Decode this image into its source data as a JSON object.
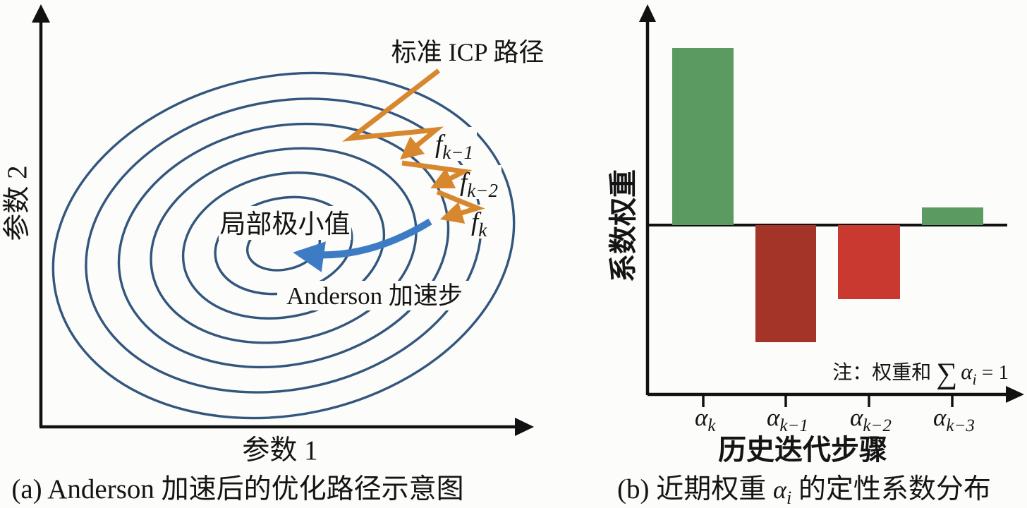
{
  "figure": {
    "panel_a": {
      "caption": "(a) Anderson 加速后的优化路径示意图",
      "xlabel": "参数 1",
      "ylabel": "参数 2",
      "label_icp_path": "标准 ICP 路径",
      "label_local_minimum": "局部极小值",
      "label_anderson_step": "Anderson 加速步",
      "f_labels": [
        {
          "base": "f",
          "sub": "k−1"
        },
        {
          "base": "f",
          "sub": "k−2"
        },
        {
          "base": "f",
          "sub": "k"
        }
      ],
      "colors": {
        "contour": "#33567d",
        "icp_arrow": "#d7882e",
        "anderson_arrow": "#3d7cc4",
        "axis": "#111111"
      }
    },
    "panel_b": {
      "caption": {
        "prefix": "(b) 近期权重 ",
        "alpha": "α",
        "sub": "i",
        "suffix": " 的定性系数分布"
      },
      "xlabel": "历史迭代步骤",
      "ylabel": "系数权重",
      "note": {
        "prefix": "注：权重和 ",
        "sum": "∑",
        "alpha": "α",
        "sub": "i",
        "suffix": " = 1"
      },
      "tick_labels": [
        {
          "base": "α",
          "sub": "k"
        },
        {
          "base": "α",
          "sub": "k−1"
        },
        {
          "base": "α",
          "sub": "k−2"
        },
        {
          "base": "α",
          "sub": "k−3"
        }
      ]
    }
  },
  "chart_data": {
    "type": "bar",
    "categories": [
      "α_k",
      "α_k−1",
      "α_k−2",
      "α_k−3"
    ],
    "values": [
      1.0,
      -0.66,
      -0.42,
      0.1
    ],
    "value_note": "qualitative coefficient weights, largest bar normalized to 1; sum of weights = 1 per annotation",
    "xlabel": "历史迭代步骤",
    "ylabel": "系数权重",
    "annotation": "注：权重和 ∑αᵢ = 1",
    "bar_colors": [
      "#5b9a60",
      "#a53428",
      "#c9392f",
      "#5b9a60"
    ],
    "baseline": 0,
    "ylim": [
      -0.75,
      1.3
    ],
    "gridlines": false,
    "legend": false
  }
}
